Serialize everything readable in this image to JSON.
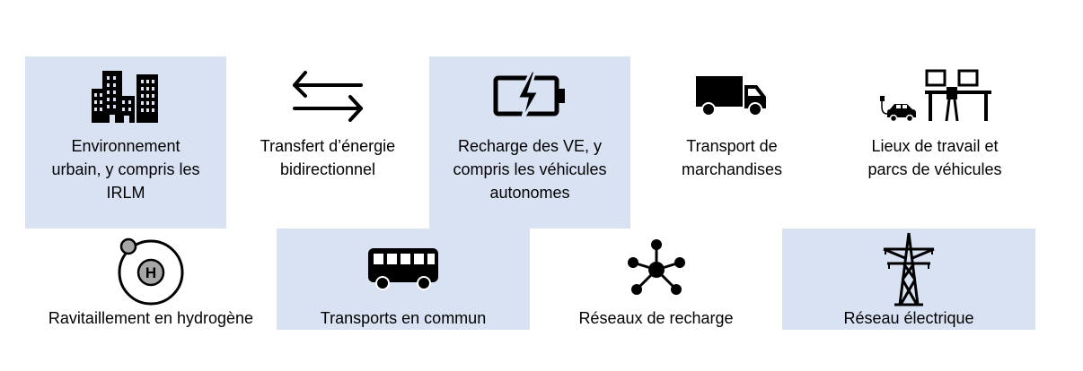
{
  "tiles": [
    {
      "label": "Environnement\nurbain, y compris les\nIRLM",
      "icon": "city-buildings-icon",
      "shaded": true
    },
    {
      "label": "Transfert d’énergie\nbidirectionnel",
      "icon": "bidirectional-arrows-icon",
      "shaded": false
    },
    {
      "label": "Recharge des VE, y\ncompris les véhicules\nautonomes",
      "icon": "battery-charging-icon",
      "shaded": true
    },
    {
      "label": "Transport de\nmarchandises",
      "icon": "truck-icon",
      "shaded": false
    },
    {
      "label": "Lieux de travail et\nparcs de véhicules",
      "icon": "workplace-car-charging-icon",
      "shaded": false
    },
    {
      "label": "Ravitaillement en hydrogène",
      "icon": "hydrogen-atom-icon",
      "shaded": false
    },
    {
      "label": "Transports en commun",
      "icon": "bus-icon",
      "shaded": true
    },
    {
      "label": "Réseaux de recharge",
      "icon": "network-hub-icon",
      "shaded": false
    },
    {
      "label": "Réseau électrique",
      "icon": "power-pylon-icon",
      "shaded": true
    }
  ],
  "colors": {
    "tile_shade": "#d9e2f3",
    "icon": "#000000",
    "hydrogen_grey": "#a6a6a6"
  }
}
